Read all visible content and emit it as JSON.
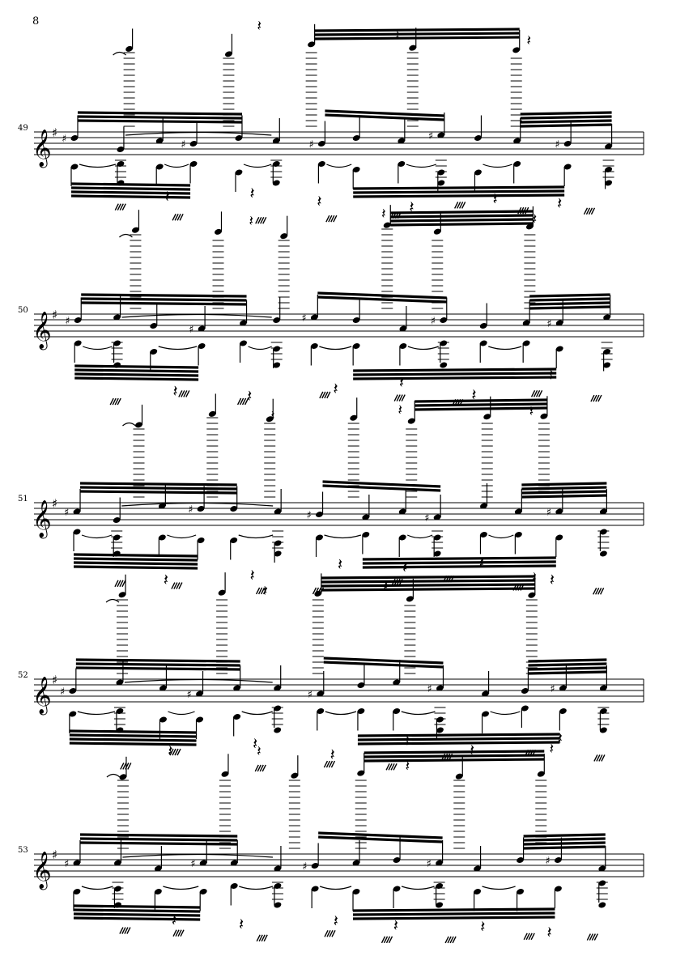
{
  "page": {
    "number": "8"
  },
  "colors": {
    "ink": "#000000",
    "paper": "#ffffff"
  },
  "systems": [
    {
      "measure_number": "49"
    },
    {
      "measure_number": "50"
    },
    {
      "measure_number": "51"
    },
    {
      "measure_number": "52"
    },
    {
      "measure_number": "53"
    }
  ],
  "glyphs": {
    "treble_clef": "𝄞",
    "sharp": "♯",
    "natural": "♮",
    "quarter_rest": "𝄽",
    "eighth_rest": "𝄾"
  }
}
